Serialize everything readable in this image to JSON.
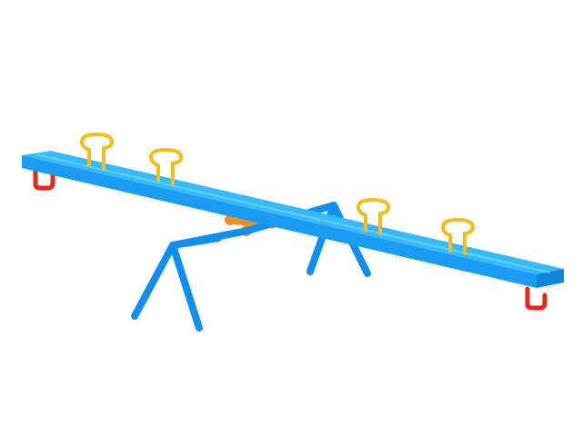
{
  "scene": {
    "subject": "seesaw",
    "colors": {
      "background": "#ffffff",
      "plank_top": "#33bbff",
      "plank_front": "#1a9cf2",
      "plank_side": "#0d86d9",
      "frame": "#0f8ff0",
      "handles": "#f5bd1a",
      "footrests": "#e8271c",
      "pivot": "#f58a1f"
    },
    "parts": [
      {
        "id": "plank",
        "icon": "plank-shape"
      },
      {
        "id": "support-frame",
        "icon": "a-frame-shape"
      },
      {
        "id": "pivot-axle",
        "icon": "axle-shape"
      },
      {
        "id": "handles",
        "icon": "loop-handle-shape",
        "count": 4
      },
      {
        "id": "footrests",
        "icon": "u-footrest-shape",
        "count": 2
      }
    ]
  }
}
